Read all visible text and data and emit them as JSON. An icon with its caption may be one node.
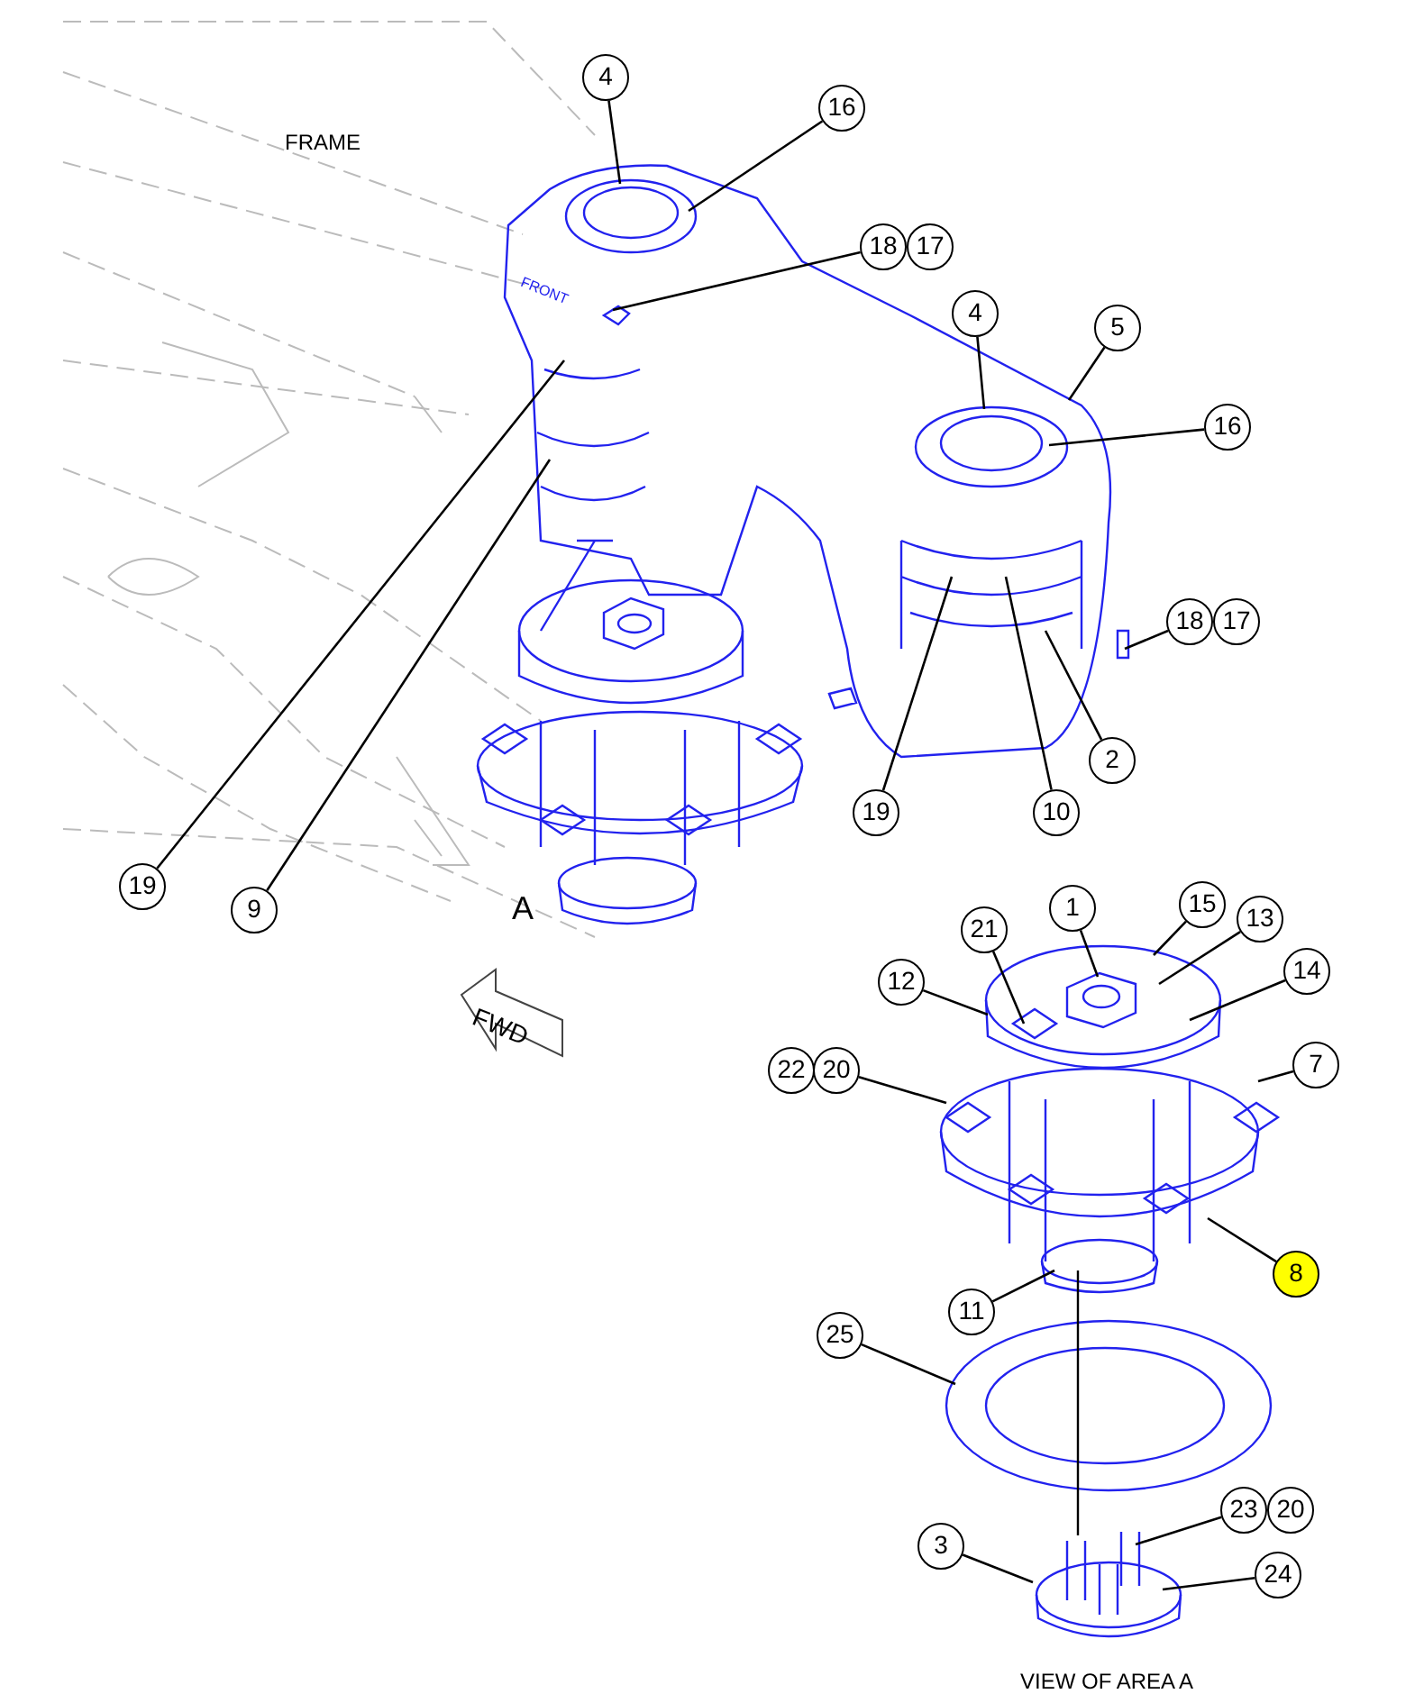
{
  "diagram": {
    "caption": "VIEW OF AREA A",
    "nodes": [
      {
        "text": [
          "4"
        ]
      },
      {
        "text": [
          "16"
        ]
      },
      {
        "text": [
          "18"
        ]
      },
      {
        "text": [
          "17"
        ]
      },
      {
        "text": [
          "4"
        ]
      },
      {
        "text": [
          "5"
        ]
      },
      {
        "text": [
          "16"
        ]
      },
      {
        "text": [
          "18"
        ]
      },
      {
        "text": [
          "17"
        ]
      },
      {
        "text": [
          "19"
        ]
      },
      {
        "text": [
          "10"
        ]
      },
      {
        "text": [
          "2"
        ]
      },
      {
        "text": [
          "19"
        ]
      },
      {
        "text": [
          "9"
        ]
      },
      {
        "text": [
          "1"
        ]
      },
      {
        "text": [
          "15"
        ]
      },
      {
        "text": [
          "13"
        ]
      },
      {
        "text": [
          "21"
        ]
      },
      {
        "text": [
          "14"
        ]
      },
      {
        "text": [
          "12"
        ]
      },
      {
        "text": [
          "22"
        ]
      },
      {
        "text": [
          "20"
        ]
      },
      {
        "text": [
          "7"
        ]
      },
      {
        "text": [
          "8"
        ]
      },
      {
        "text": [
          "11"
        ]
      },
      {
        "text": [
          "25"
        ]
      },
      {
        "text": [
          "23"
        ]
      },
      {
        "text": [
          "20"
        ]
      },
      {
        "text": [
          "3"
        ]
      },
      {
        "text": [
          "24"
        ]
      }
    ],
    "edges": [
      {
        "from": 0,
        "to": null,
        "arrow": "none"
      },
      {
        "from": 1,
        "to": null,
        "arrow": "none"
      },
      {
        "from": 2,
        "to": null,
        "arrow": "none"
      },
      {
        "from": 4,
        "to": null,
        "arrow": "none"
      },
      {
        "from": 5,
        "to": null,
        "arrow": "none"
      },
      {
        "from": 6,
        "to": null,
        "arrow": "none"
      },
      {
        "from": 7,
        "to": null,
        "arrow": "none"
      },
      {
        "from": 9,
        "to": null,
        "arrow": "none"
      },
      {
        "from": 10,
        "to": null,
        "arrow": "none"
      },
      {
        "from": 11,
        "to": null,
        "arrow": "none"
      },
      {
        "from": 12,
        "to": null,
        "arrow": "none"
      },
      {
        "from": 13,
        "to": null,
        "arrow": "none"
      },
      {
        "from": 14,
        "to": null,
        "arrow": "none"
      },
      {
        "from": 15,
        "to": null,
        "arrow": "none"
      },
      {
        "from": 16,
        "to": null,
        "arrow": "none"
      },
      {
        "from": 17,
        "to": null,
        "arrow": "none"
      },
      {
        "from": 18,
        "to": null,
        "arrow": "none"
      },
      {
        "from": 19,
        "to": null,
        "arrow": "none"
      },
      {
        "from": 21,
        "to": null,
        "arrow": "none"
      },
      {
        "from": 22,
        "to": null,
        "arrow": "none"
      },
      {
        "from": 23,
        "to": null,
        "arrow": "none"
      },
      {
        "from": 24,
        "to": null,
        "arrow": "none"
      },
      {
        "from": 25,
        "to": null,
        "arrow": "none"
      },
      {
        "from": 26,
        "to": null,
        "arrow": "none"
      },
      {
        "from": 28,
        "to": null,
        "arrow": "none"
      },
      {
        "from": 29,
        "to": null,
        "arrow": "none"
      }
    ],
    "labels": [
      "FRAME",
      "FRONT",
      "A",
      "FWD"
    ]
  }
}
